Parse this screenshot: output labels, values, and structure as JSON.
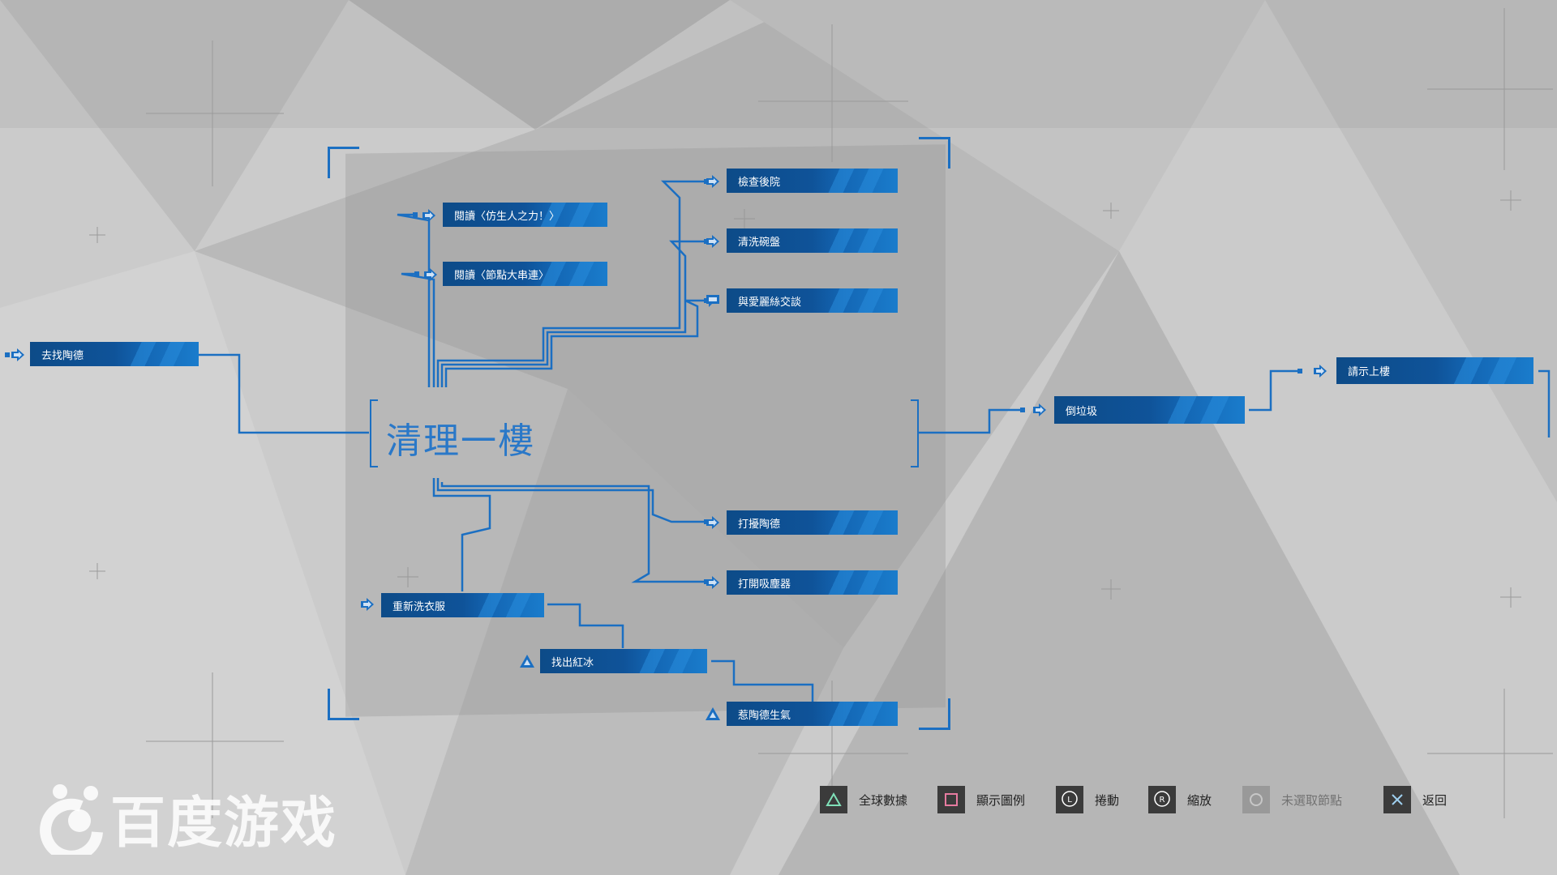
{
  "chapter": {
    "title": "清理一樓"
  },
  "nodes": {
    "find_todd": "去找陶德",
    "read_android_power": "閱讀〈仿生人之力！〉",
    "read_node_link": "閱讀〈節點大串連〉",
    "check_backyard": "檢查後院",
    "wash_dishes": "清洗碗盤",
    "talk_alice": "與愛麗絲交談",
    "disturb_todd": "打擾陶德",
    "turn_on_vacuum": "打開吸塵器",
    "rewash_clothes": "重新洗衣服",
    "find_red_ice": "找出紅冰",
    "anger_todd": "惹陶德生氣",
    "take_out_trash": "倒垃圾",
    "ask_go_upstairs": "請示上樓"
  },
  "controls": [
    {
      "icon": "triangle",
      "label": "全球數據"
    },
    {
      "icon": "square",
      "label": "顯示圖例"
    },
    {
      "icon": "L",
      "label": "捲動"
    },
    {
      "icon": "R",
      "label": "縮放"
    },
    {
      "icon": "circle",
      "label": "未選取節點"
    },
    {
      "icon": "cross",
      "label": "返回"
    }
  ],
  "watermark": "百度游戏",
  "colors": {
    "accent": "#1b6fc2",
    "node_dark": "#0d4b88",
    "node_light": "#1a7ccc"
  }
}
